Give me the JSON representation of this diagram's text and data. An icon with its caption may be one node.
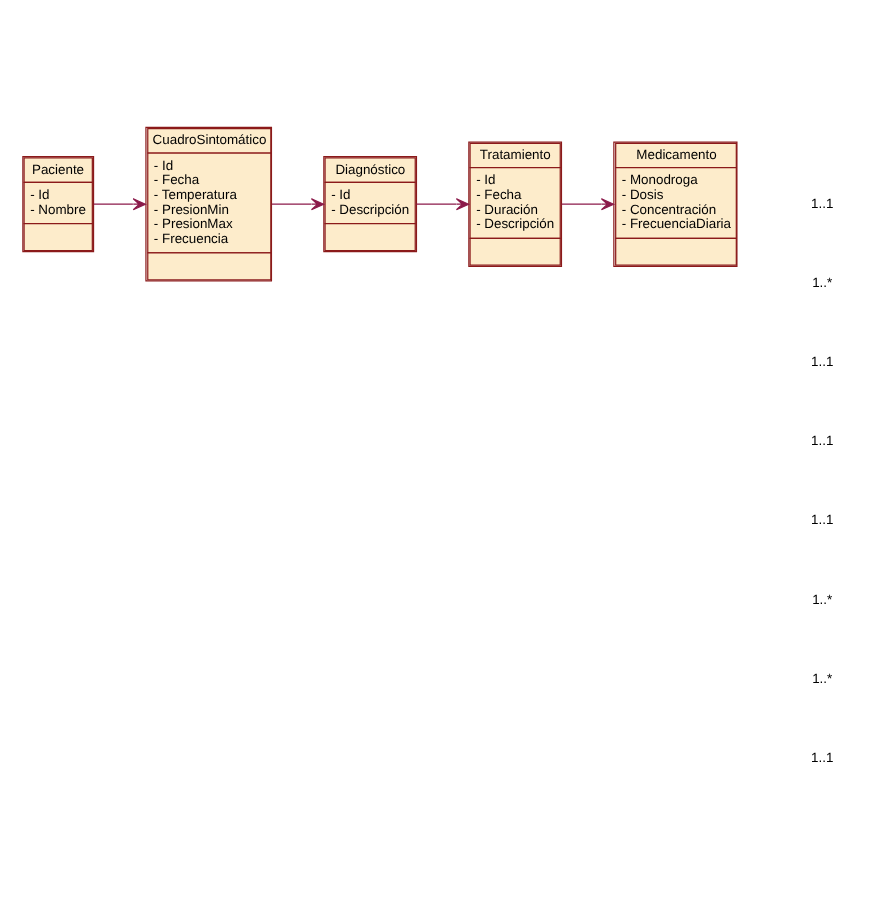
{
  "diagram": {
    "nodes": [
      {
        "text": [
          "Paciente",
          "- Id",
          "- Nombre"
        ]
      },
      {
        "text": [
          "CuadroSintomático",
          "- Id",
          "- Fecha",
          "- Temperatura",
          "- PresionMin",
          "- PresionMax",
          "- Frecuencia"
        ]
      },
      {
        "text": [
          "Diagnóstico",
          "- Id",
          "- Descripción"
        ]
      },
      {
        "text": [
          "Tratamiento",
          "- Id",
          "- Fecha",
          "- Duración",
          "- Descripción"
        ]
      },
      {
        "text": [
          "Medicamento",
          "- Monodroga",
          "- Dosis",
          "- Concentración",
          "- FrecuenciaDiaria"
        ]
      }
    ],
    "edges": [
      {
        "from": 0,
        "to": 1,
        "arrow": "to"
      },
      {
        "from": 1,
        "to": 2,
        "arrow": "to"
      },
      {
        "from": 2,
        "to": 3,
        "arrow": "to"
      },
      {
        "from": 3,
        "to": 4,
        "arrow": "to"
      }
    ],
    "labels": [
      "1..1",
      "1..*",
      "1..1",
      "1..1",
      "1..1",
      "1..*",
      "1..*",
      "1..1"
    ]
  }
}
